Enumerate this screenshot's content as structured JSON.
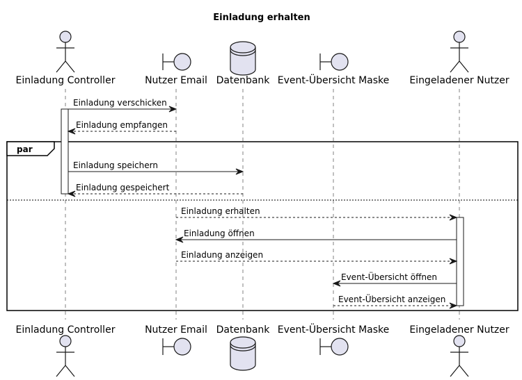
{
  "title": "Einladung erhalten",
  "participants": [
    {
      "id": "controller",
      "label": "Einladung Controller",
      "kind": "actor"
    },
    {
      "id": "email",
      "label": "Nutzer Email",
      "kind": "boundary"
    },
    {
      "id": "db",
      "label": "Datenbank",
      "kind": "database"
    },
    {
      "id": "mask",
      "label": "Event-Übersicht Maske",
      "kind": "boundary"
    },
    {
      "id": "user",
      "label": "Eingeladener Nutzer",
      "kind": "actor"
    }
  ],
  "fragment": {
    "label": "par"
  },
  "messages": [
    {
      "from": "controller",
      "to": "email",
      "label": "Einladung verschicken",
      "style": "solid"
    },
    {
      "from": "email",
      "to": "controller",
      "label": "Einladung empfangen",
      "style": "dashed"
    },
    {
      "from": "controller",
      "to": "db",
      "label": "Einladung speichern",
      "style": "solid"
    },
    {
      "from": "db",
      "to": "controller",
      "label": "Einladung gespeichert",
      "style": "dashed"
    },
    {
      "from": "email",
      "to": "user",
      "label": "Einladung erhalten",
      "style": "dashed"
    },
    {
      "from": "user",
      "to": "email",
      "label": "Einladung öffnen",
      "style": "solid"
    },
    {
      "from": "email",
      "to": "user",
      "label": "Einladung anzeigen",
      "style": "dashed"
    },
    {
      "from": "user",
      "to": "mask",
      "label": "Event-Übersicht öffnen",
      "style": "solid"
    },
    {
      "from": "mask",
      "to": "user",
      "label": "Event-Übersicht anzeigen",
      "style": "dashed"
    }
  ],
  "colors": {
    "participant_fill": "#E2E2F0",
    "line": "#181818",
    "lifeline": "#808080"
  }
}
